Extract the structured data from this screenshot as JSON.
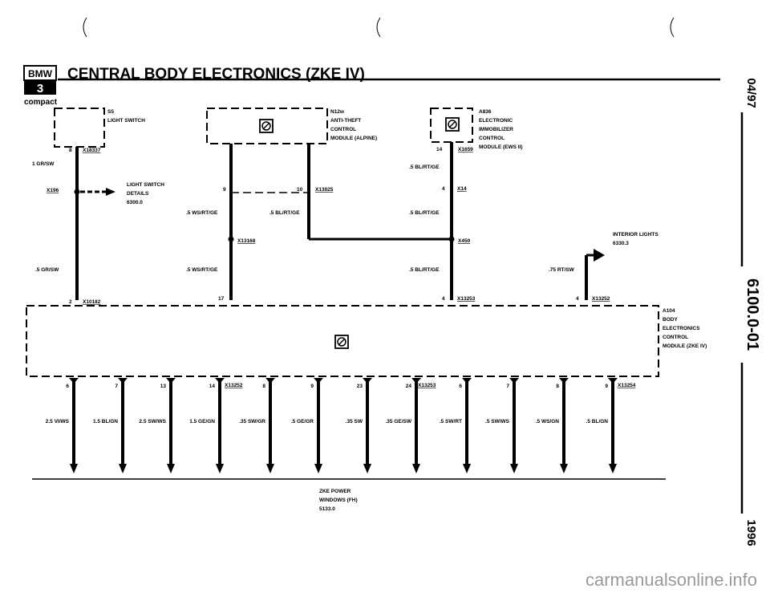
{
  "header": {
    "logo_text": "BMW",
    "series_badge": "3",
    "title": "CENTRAL BODY ELECTRONICS (ZKE IV)",
    "subtitle": "compact"
  },
  "side_margin": {
    "date": "04/97",
    "page": "6100.0-01",
    "year": "1996"
  },
  "components": {
    "s5": {
      "id": "S5",
      "lines": [
        "LIGHT SWITCH"
      ]
    },
    "n12w": {
      "id": "N12w",
      "lines": [
        "ANTI-THEFT",
        "CONTROL",
        "MODULE (ALPINE)"
      ]
    },
    "a836": {
      "id": "A836",
      "lines": [
        "ELECTRONIC",
        "IMMOBILIZER",
        "CONTROL",
        "MODULE (EWS II)"
      ]
    },
    "a104": {
      "id": "A104",
      "lines": [
        "BODY",
        "ELECTRONICS",
        "CONTROL",
        "MODULE (ZKE IV)"
      ]
    }
  },
  "connectors": {
    "x18337": "X18337",
    "x196": "X196",
    "x10182": "X10182",
    "x13025": "X13025",
    "x13168": "X13168",
    "x1659": "X1659",
    "x14": "X14",
    "x450": "X450",
    "x13253_top": "X13253",
    "x13252_top": "X13252",
    "x13252_bot": "X13252",
    "x13253_bot": "X13253",
    "x13254": "X13254"
  },
  "pins": {
    "s5_8": "8",
    "x10182_2": "2",
    "n12w_9": "9",
    "n12w_10": "10",
    "a104_17": "17",
    "a836_14": "14",
    "x14_4": "4",
    "x13253_4": "4",
    "x13252_4": "4"
  },
  "wires": {
    "gr_sw_1": "1 GR/SW",
    "gr_sw_05": ".5 GR/SW",
    "ws_rt_ge_1": ".5 WS/RT/GE",
    "ws_rt_ge_2": ".5 WS/RT/GE",
    "bl_rt_ge_mid": ".5 BL/RT/GE",
    "bl_rt_ge_1": ".5 BL/RT/GE",
    "bl_rt_ge_2": ".5 BL/RT/GE",
    "bl_rt_ge_3": ".5 BL/RT/GE",
    "rt_sw": ".75 RT/SW"
  },
  "refs": {
    "light_switch": [
      "LIGHT SWITCH",
      "DETAILS",
      "6300.0"
    ],
    "interior": [
      "INTERIOR LIGHTS",
      "6330.3"
    ],
    "windows": [
      "ZKE POWER",
      "WINDOWS (FH)",
      "5133.0"
    ]
  },
  "bottom_wires": [
    {
      "pin": "6",
      "label": "2.5 VI/WS"
    },
    {
      "pin": "7",
      "label": "1.5 BL/GN"
    },
    {
      "pin": "13",
      "label": "2.5 SW/WS"
    },
    {
      "pin": "14",
      "label": "1.5 GE/GN"
    },
    {
      "pin": "8",
      "label": ".35 SW/GR"
    },
    {
      "pin": "9",
      "label": ".5 GE/GR"
    },
    {
      "pin": "23",
      "label": ".35 SW"
    },
    {
      "pin": "24",
      "label": ".35 GE/SW"
    },
    {
      "pin": "6",
      "label": ".5 SW/RT"
    },
    {
      "pin": "7",
      "label": ".5 SW/WS"
    },
    {
      "pin": "8",
      "label": ".5 WS/GN"
    },
    {
      "pin": "9",
      "label": ".5 BL/GN"
    }
  ],
  "watermark": "carmanualsonline.info",
  "colors": {
    "ink": "#000000",
    "paper": "#ffffff",
    "watermark": "#9a9a9a"
  }
}
